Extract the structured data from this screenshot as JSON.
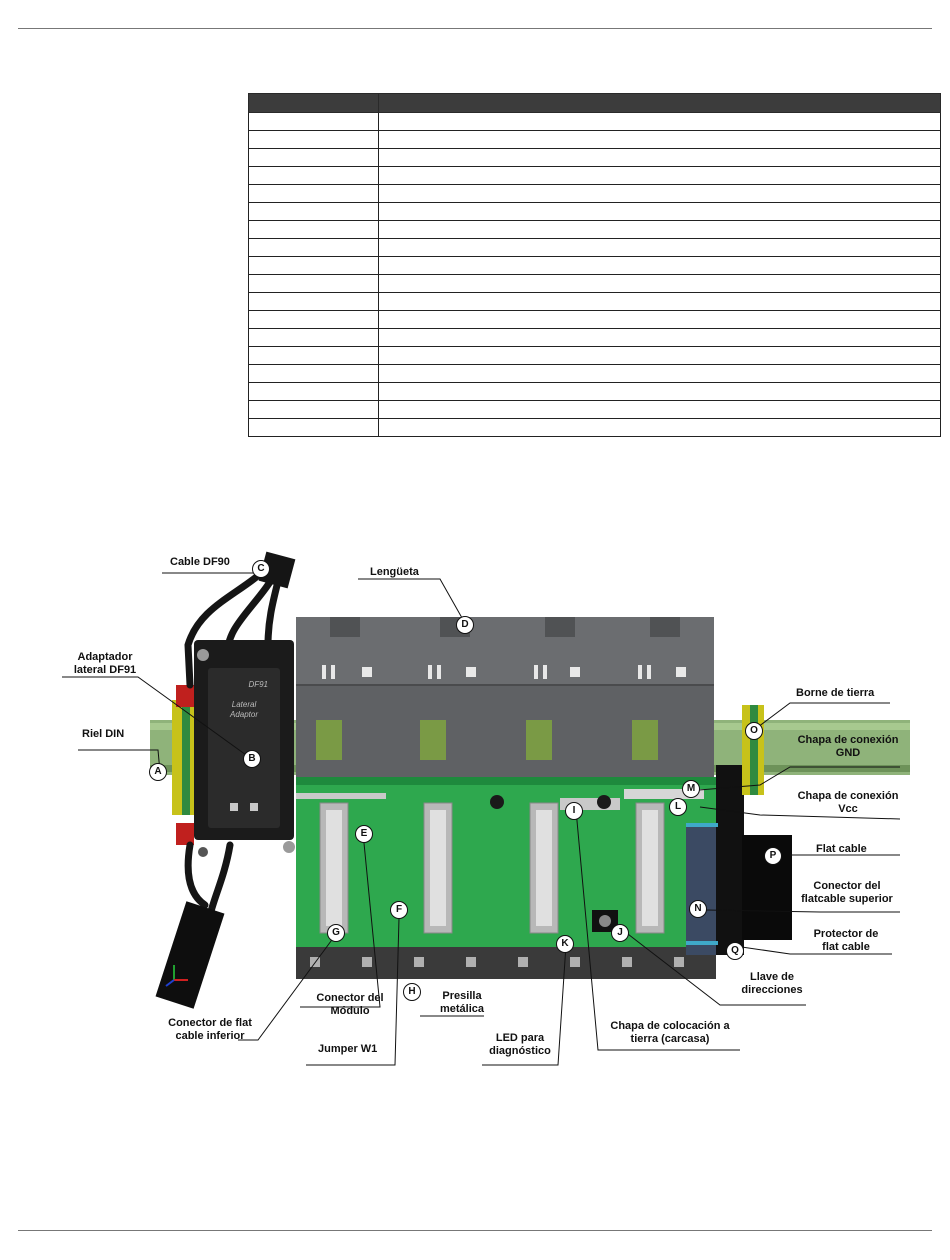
{
  "table": {
    "header": [
      "",
      ""
    ],
    "rows": [
      [
        "",
        ""
      ],
      [
        "",
        ""
      ],
      [
        "",
        ""
      ],
      [
        "",
        ""
      ],
      [
        "",
        ""
      ],
      [
        "",
        ""
      ],
      [
        "",
        ""
      ],
      [
        "",
        ""
      ],
      [
        "",
        ""
      ],
      [
        "",
        ""
      ],
      [
        "",
        ""
      ],
      [
        "",
        ""
      ],
      [
        "",
        ""
      ],
      [
        "",
        ""
      ],
      [
        "",
        ""
      ],
      [
        "",
        ""
      ],
      [
        "",
        ""
      ],
      [
        "",
        ""
      ]
    ]
  },
  "figure": {
    "labels": {
      "cable_df90": "Cable DF90",
      "lengueta": "Lengüeta",
      "adaptador": [
        "Adaptador",
        "lateral DF91"
      ],
      "riel_din": "Riel DIN",
      "borne_tierra": "Borne de tierra",
      "chapa_gnd": [
        "Chapa de conexión",
        "GND"
      ],
      "chapa_vcc": [
        "Chapa de conexión",
        "Vcc"
      ],
      "flat_cable": "Flat cable",
      "conector_superior": [
        "Conector del",
        "flatcable superior"
      ],
      "protector": [
        "Protector de",
        "flat cable"
      ],
      "llave": [
        "Llave de",
        "direcciones"
      ],
      "chapa_tierra": [
        "Chapa de colocación a",
        "tierra (carcasa)"
      ],
      "led": [
        "LED para",
        "diagnóstico"
      ],
      "presilla": [
        "Presilla",
        "metálica"
      ],
      "conector_modulo": [
        "Conector del",
        "Módulo"
      ],
      "conector_inferior": [
        "Conector de flat",
        "cable inferior"
      ],
      "jumper": "Jumper W1"
    },
    "markers": [
      "A",
      "B",
      "C",
      "D",
      "E",
      "F",
      "G",
      "H",
      "I",
      "J",
      "K",
      "L",
      "M",
      "N",
      "O",
      "P",
      "Q"
    ],
    "device_text": {
      "df91_model": "DF91",
      "df91_name": [
        "Lateral",
        "Adaptor"
      ]
    }
  }
}
